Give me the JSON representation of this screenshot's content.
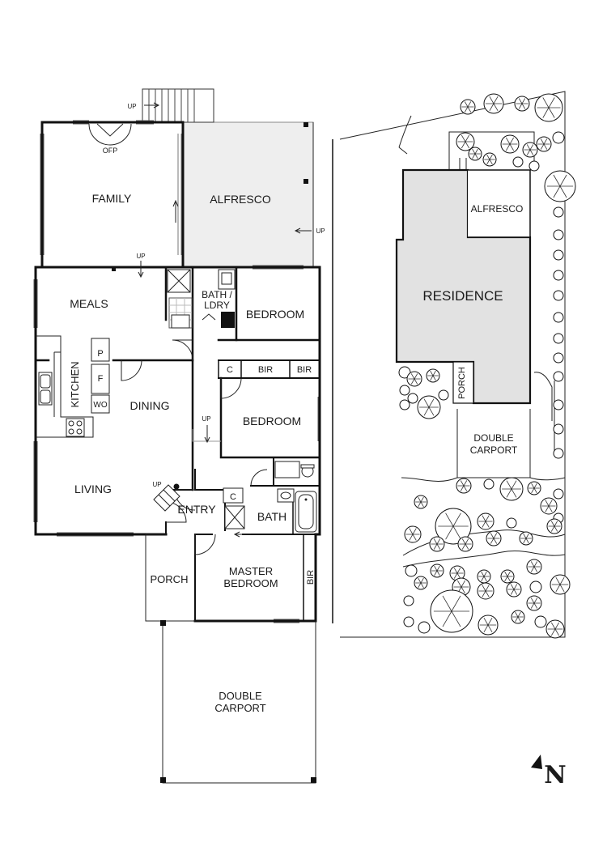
{
  "floor_plan": {
    "rooms": {
      "family": "FAMILY",
      "alfresco": "ALFRESCO",
      "meals": "MEALS",
      "kitchen": "KITCHEN",
      "dining": "DINING",
      "living": "LIVING",
      "bath_laundry_line1": "BATH /",
      "bath_laundry_line2": "LDRY",
      "bedroom_1": "BEDROOM",
      "bedroom_2": "BEDROOM",
      "entry": "ENTRY",
      "bath": "BATH",
      "master_line1": "MASTER",
      "master_line2": "BEDROOM",
      "porch": "PORCH",
      "carport_line1": "DOUBLE",
      "carport_line2": "CARPORT"
    },
    "fixtures": {
      "ofp": "OFP",
      "pantry": "P",
      "fridge": "F",
      "wall_oven": "WO",
      "linen_1": "C",
      "linen_2": "C",
      "bir_1": "BIR",
      "bir_2": "BIR",
      "bir_master": "BIR"
    },
    "stairs": {
      "up_deck": "UP",
      "up_alfresco": "UP",
      "up_meals": "UP",
      "up_hall": "UP",
      "up_living": "UP"
    }
  },
  "site_plan": {
    "residence": "RESIDENCE",
    "alfresco": "ALFRESCO",
    "porch": "PORCH",
    "carport_line1": "DOUBLE",
    "carport_line2": "CARPORT"
  },
  "compass": {
    "label": "N"
  },
  "colors": {
    "wall": "#111111",
    "paving": "#eeeeee",
    "residence_fill": "#e2e2e2"
  }
}
